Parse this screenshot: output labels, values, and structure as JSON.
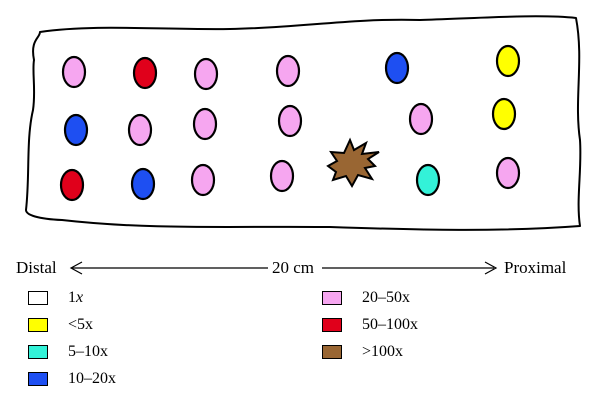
{
  "colors": {
    "1x": "#ffffff",
    "lt5x": "#ffff00",
    "5to10x": "#33f2d8",
    "10to20x": "#1e4ff2",
    "20to50x": "#f6a6f0",
    "50to100x": "#e0001b",
    "gt100x": "#996633",
    "outline": "#000000"
  },
  "axis": {
    "left_label": "Distal",
    "center_label": "20 cm",
    "right_label": "Proximal"
  },
  "legend": [
    {
      "label_main": "1",
      "label_suffix": "x",
      "color_key": "1x"
    },
    {
      "label_main": "<5x",
      "label_suffix": "",
      "color_key": "lt5x"
    },
    {
      "label_main": "5–10x",
      "label_suffix": "",
      "color_key": "5to10x"
    },
    {
      "label_main": "10–20x",
      "label_suffix": "",
      "color_key": "10to20x"
    },
    {
      "label_main": "20–50x",
      "label_suffix": "",
      "color_key": "20to50x"
    },
    {
      "label_main": "50–100x",
      "label_suffix": "",
      "color_key": "50to100x"
    },
    {
      "label_main": ">100x",
      "label_suffix": "",
      "color_key": "gt100x"
    }
  ],
  "samples": [
    {
      "id": "r1c1",
      "color_key": "20to50x"
    },
    {
      "id": "r1c2",
      "color_key": "50to100x"
    },
    {
      "id": "r1c3",
      "color_key": "20to50x"
    },
    {
      "id": "r1c4",
      "color_key": "20to50x"
    },
    {
      "id": "r1c5",
      "color_key": "10to20x"
    },
    {
      "id": "r1c6",
      "color_key": "lt5x"
    },
    {
      "id": "r2c1",
      "color_key": "10to20x"
    },
    {
      "id": "r2c2",
      "color_key": "20to50x"
    },
    {
      "id": "r2c3",
      "color_key": "20to50x"
    },
    {
      "id": "r2c4",
      "color_key": "20to50x"
    },
    {
      "id": "r2c5",
      "color_key": "20to50x"
    },
    {
      "id": "r2c6",
      "color_key": "lt5x"
    },
    {
      "id": "r3c1",
      "color_key": "50to100x"
    },
    {
      "id": "r3c2",
      "color_key": "10to20x"
    },
    {
      "id": "r3c3",
      "color_key": "20to50x"
    },
    {
      "id": "r3c4",
      "color_key": "20to50x"
    },
    {
      "id": "r3c5",
      "color_key": "5to10x"
    },
    {
      "id": "r3c6",
      "color_key": "20to50x"
    }
  ],
  "tumor": {
    "color_key": "gt100x"
  }
}
